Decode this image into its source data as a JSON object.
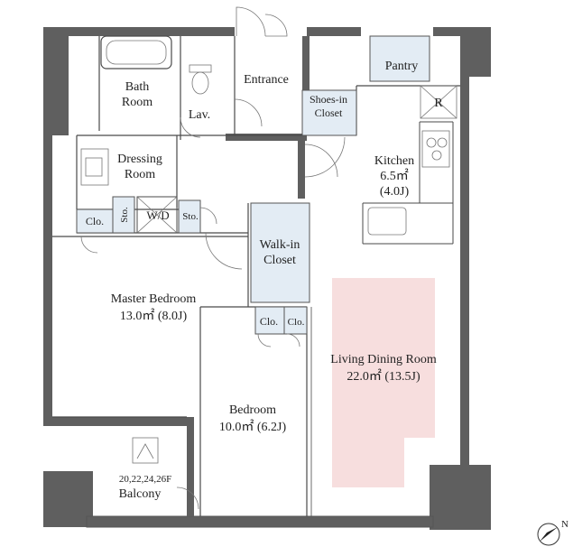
{
  "plan": {
    "rooms": {
      "bath_room": {
        "line1": "Bath",
        "line2": "Room"
      },
      "lavatory": "Lav.",
      "entrance": "Entrance",
      "shoes_closet": {
        "line1": "Shoes-in",
        "line2": "Closet"
      },
      "pantry": "Pantry",
      "refrigerator": "R",
      "dressing_room": {
        "line1": "Dressing",
        "line2": "Room"
      },
      "kitchen": {
        "name": "Kitchen",
        "area": "6.5㎡",
        "jo": "(4.0J)"
      },
      "closet_left": "Clo.",
      "storage_1": "Sto.",
      "washer_dryer": "W/D",
      "storage_2": "Sto.",
      "walkin_closet": {
        "line1": "Walk-in",
        "line2": "Closet"
      },
      "master_bedroom": {
        "name": "Master Bedroom",
        "area": "13.0㎡  (8.0J)"
      },
      "closet_mid_1": "Clo.",
      "closet_mid_2": "Clo.",
      "living_dining": {
        "name": "Living Dining Room",
        "area": "22.0㎡  (13.5J)"
      },
      "bedroom": {
        "name": "Bedroom",
        "area": "10.0㎡  (6.2J)"
      },
      "balcony": {
        "floors": "20,22,24,26F",
        "name": "Balcony"
      }
    },
    "colors": {
      "wall": "#5f5f5f",
      "closet_fill": "#e3ecf4",
      "living_highlight": "#f7dede"
    },
    "compass_icon": "north-arrow"
  }
}
